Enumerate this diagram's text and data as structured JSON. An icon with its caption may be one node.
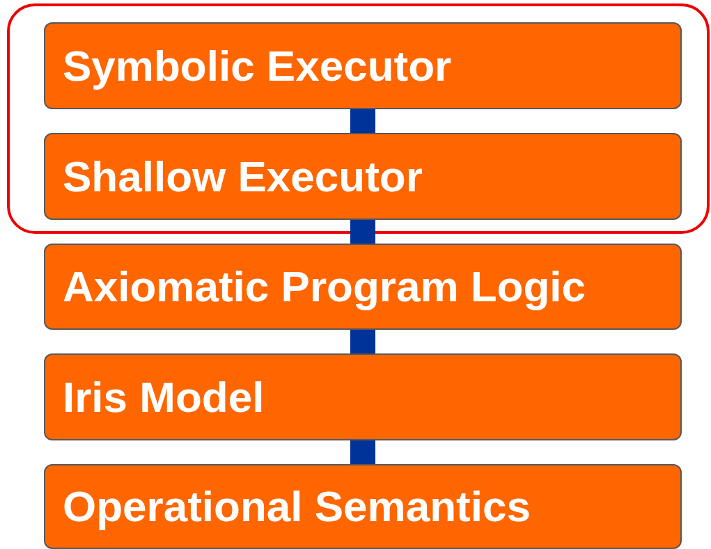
{
  "diagram": {
    "nodes": [
      {
        "text": [],
        "shape": "box"
      },
      {
        "text": [
          "Symbolic Executor"
        ],
        "in": 0
      },
      {
        "text": [
          "Shallow Executor"
        ],
        "in": 0
      },
      {
        "text": [
          "Axiomatic Program Logic"
        ]
      },
      {
        "text": [
          "Iris Model"
        ]
      },
      {
        "text": [
          "Operational Semantics"
        ]
      }
    ],
    "edges": [
      {
        "from": 1,
        "to": 2,
        "arrow": "none"
      },
      {
        "from": 2,
        "to": 3,
        "arrow": "none"
      },
      {
        "from": 3,
        "to": 4,
        "arrow": "none"
      },
      {
        "from": 4,
        "to": 5,
        "arrow": "none"
      }
    ]
  }
}
